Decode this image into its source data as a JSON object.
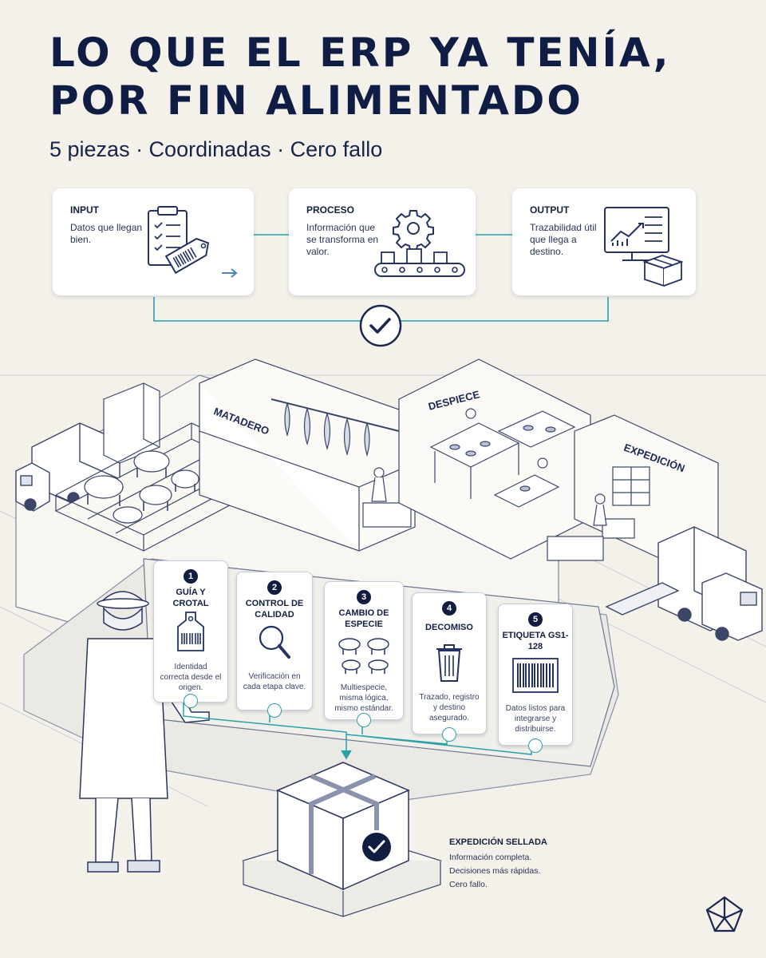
{
  "header": {
    "title_line1": "LO QUE EL ERP YA TENÍA,",
    "title_line2": "POR FIN ALIMENTADO",
    "subtitle": "5 piezas · Coordinadas · Cero fallo"
  },
  "flow": [
    {
      "title": "INPUT",
      "desc": "Datos que llegan bien."
    },
    {
      "title": "PROCESO",
      "desc": "Información que se transforma en valor."
    },
    {
      "title": "OUTPUT",
      "desc": "Trazabilidad útil que llega a destino."
    }
  ],
  "zones": {
    "matadero": "MATADERO",
    "despiece": "DESPIECE",
    "expedicion": "EXPEDICIÓN"
  },
  "cards": [
    {
      "num": "1",
      "title": "GUÍA Y CROTAL",
      "desc": "Identidad correcta desde el origen.",
      "icon": "ear-tag-barcode-icon"
    },
    {
      "num": "2",
      "title": "CONTROL DE CALIDAD",
      "desc": "Verificación en cada etapa clave.",
      "icon": "magnifier-icon"
    },
    {
      "num": "3",
      "title": "CAMBIO DE ESPECIE",
      "desc": "Multiespecie, misma lógica, mismo estándar.",
      "icon": "livestock-icon"
    },
    {
      "num": "4",
      "title": "DECOMISO",
      "desc": "Trazado, registro y destino asegurado.",
      "icon": "trash-bin-icon"
    },
    {
      "num": "5",
      "title": "ETIQUETA GS1-128",
      "desc": "Datos listos para integrarse y distribuirse.",
      "icon": "barcode-label-icon"
    }
  ],
  "sealed": {
    "title": "EXPEDICIÓN SELLADA",
    "lines": [
      "Información completa.",
      "Decisiones más rápidas.",
      "Cero fallo."
    ]
  },
  "colors": {
    "background": "#f4f1ea",
    "navy": "#0f1d44",
    "teal": "#2aa0a8",
    "line": "#2d3a66"
  }
}
